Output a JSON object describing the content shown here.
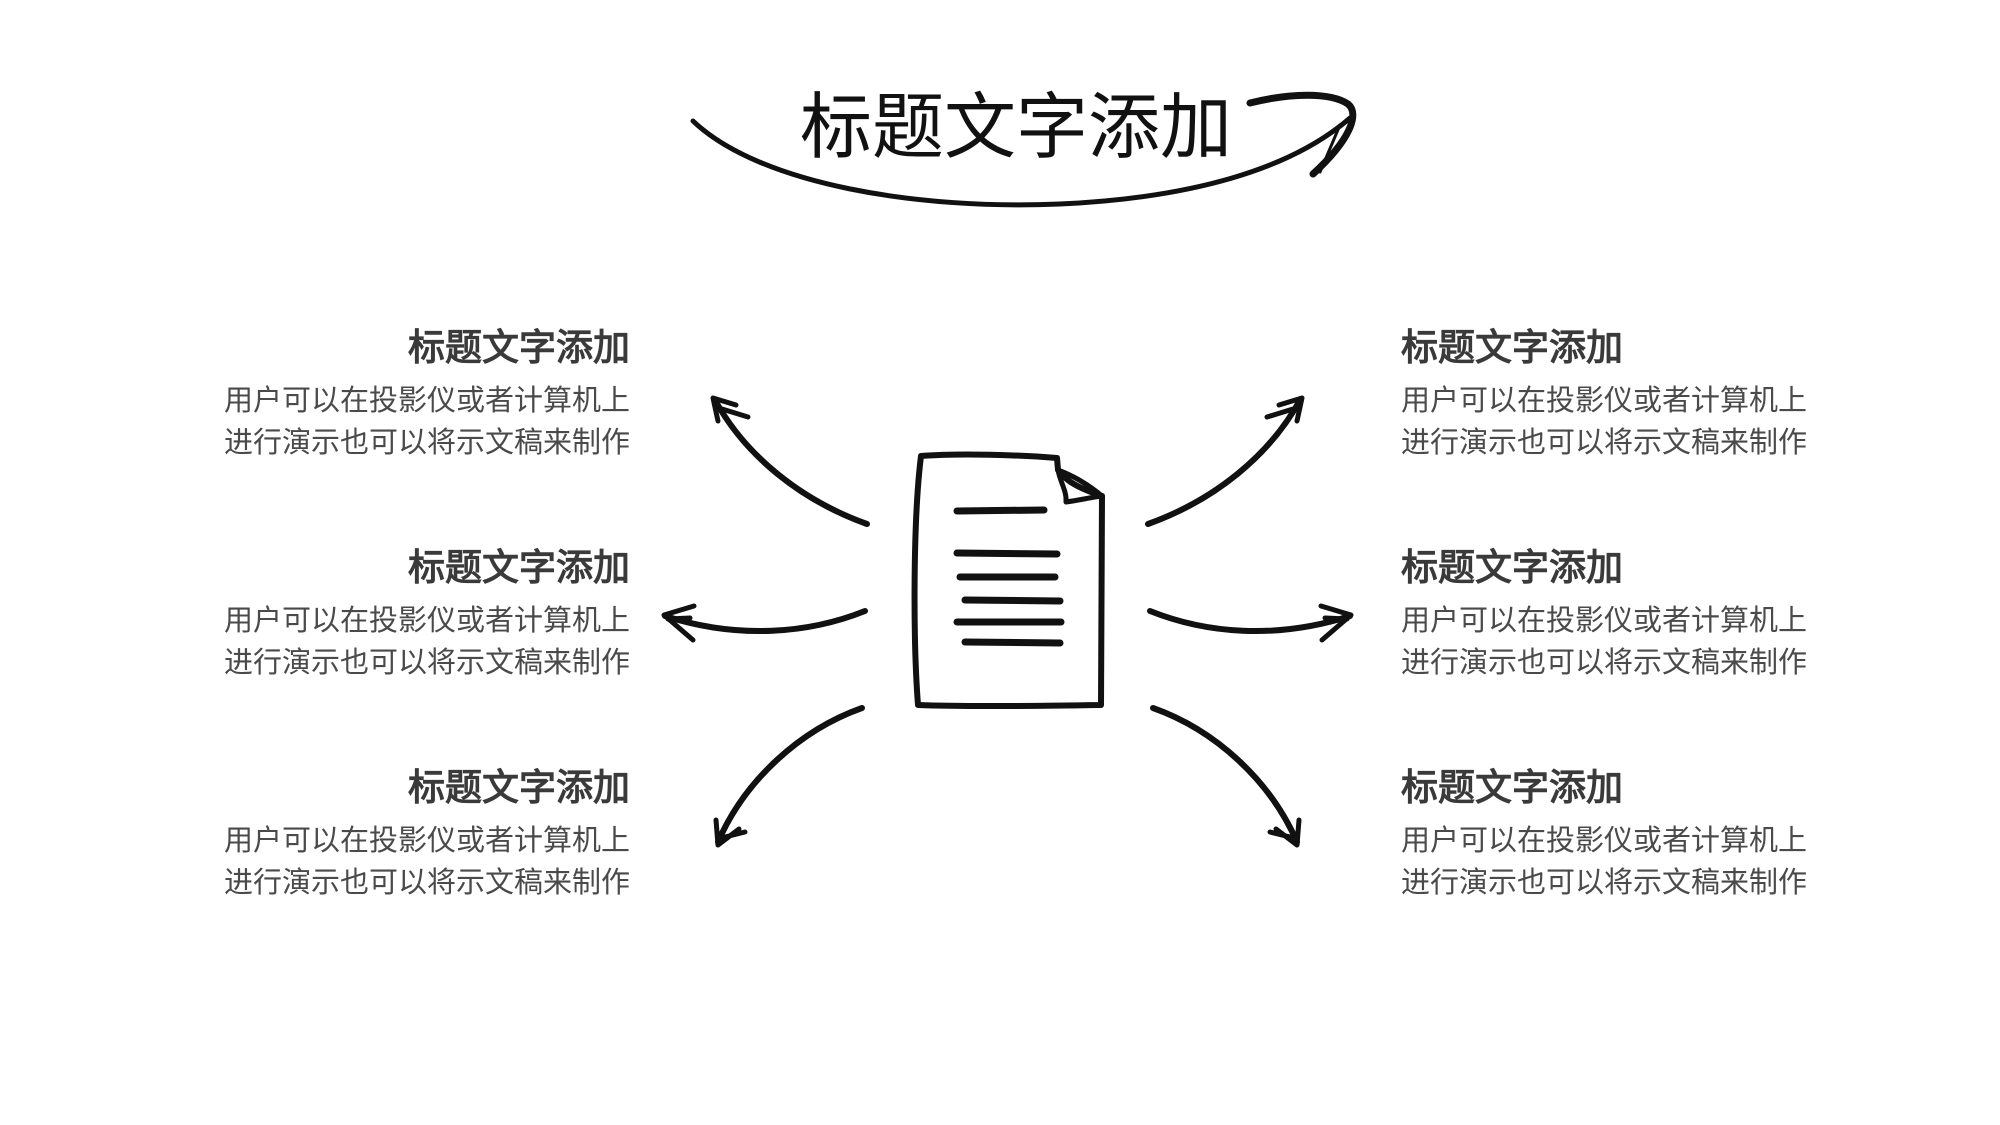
{
  "title": "标题文字添加",
  "items": [
    {
      "side": "left",
      "heading": "标题文字添加",
      "line1": "用户可以在投影仪或者计算机上",
      "line2": "进行演示也可以将示文稿来制作"
    },
    {
      "side": "left",
      "heading": "标题文字添加",
      "line1": "用户可以在投影仪或者计算机上",
      "line2": "进行演示也可以将示文稿来制作"
    },
    {
      "side": "left",
      "heading": "标题文字添加",
      "line1": "用户可以在投影仪或者计算机上",
      "line2": "进行演示也可以将示文稿来制作"
    },
    {
      "side": "right",
      "heading": "标题文字添加",
      "line1": "用户可以在投影仪或者计算机上",
      "line2": "进行演示也可以将示文稿来制作"
    },
    {
      "side": "right",
      "heading": "标题文字添加",
      "line1": "用户可以在投影仪或者计算机上",
      "line2": "进行演示也可以将示文稿来制作"
    },
    {
      "side": "right",
      "heading": "标题文字添加",
      "line1": "用户可以在投影仪或者计算机上",
      "line2": "进行演示也可以将示文稿来制作"
    }
  ],
  "center_icon": "document-icon",
  "colors": {
    "stroke": "#111111",
    "heading": "#3a3a3a",
    "body": "#4a4a4a",
    "background": "#ffffff"
  }
}
